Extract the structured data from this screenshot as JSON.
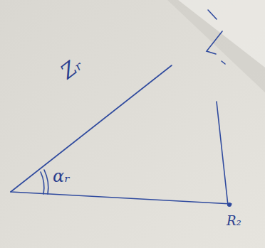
{
  "diagram": {
    "labels": [
      "Zᵣ",
      "αᵣ",
      "R₂"
    ]
  }
}
